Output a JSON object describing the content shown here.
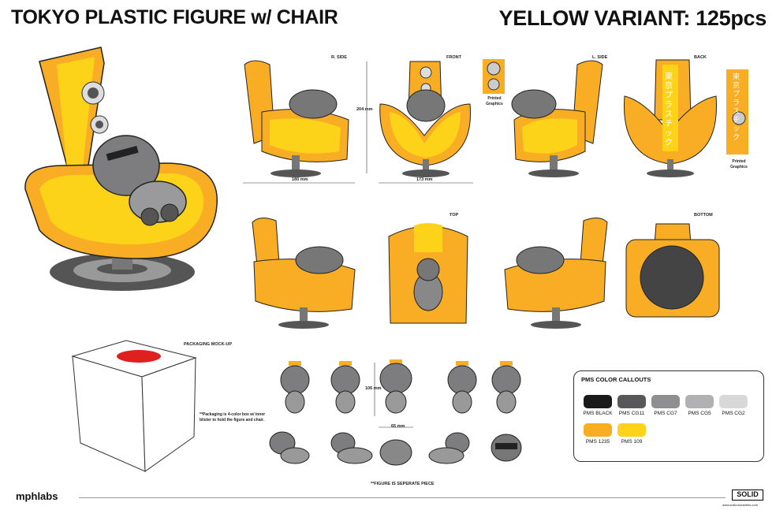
{
  "header": {
    "title": "TOKYO PLASTIC FIGURE w/ CHAIR",
    "variant": "YELLOW VARIANT: 125pcs"
  },
  "views": {
    "r_side": "R. SIDE",
    "front": "FRONT",
    "l_side": "L. SIDE",
    "back": "BACK",
    "top": "TOP",
    "bottom": "BOTTOM"
  },
  "dimensions": {
    "height": "204 mm",
    "depth": "180 mm",
    "width": "173 mm",
    "figure_height": "106 mm",
    "figure_width": "65 mm"
  },
  "callouts": {
    "printed_graphics_1": "Printed Graphics",
    "printed_graphics_2": "Printed Graphics",
    "back_text": "東京プラスチック"
  },
  "packaging": {
    "label": "PACKAGING MOCK-UP",
    "note": "**Packaging is 4-color box w/ inner blister to hold the figure and chair."
  },
  "figure_note": "**FIGURE IS SEPERATE PIECE",
  "pms": {
    "title": "PMS COLOR CALLOUTS",
    "swatches": [
      {
        "name": "PMS BLACK",
        "color": "#1a1a1a"
      },
      {
        "name": "PMS CG11",
        "color": "#58585a"
      },
      {
        "name": "PMS CG7",
        "color": "#8f8f91"
      },
      {
        "name": "PMS CG5",
        "color": "#b1b1b3"
      },
      {
        "name": "PMS CG2",
        "color": "#d8d8d8"
      },
      {
        "name": "PMS 1235",
        "color": "#f9ad25"
      },
      {
        "name": "PMS 109",
        "color": "#fdd319"
      }
    ]
  },
  "footer": {
    "brand": "mphlabs",
    "partner": "SOLID",
    "url": "www.solid-industries.com"
  }
}
